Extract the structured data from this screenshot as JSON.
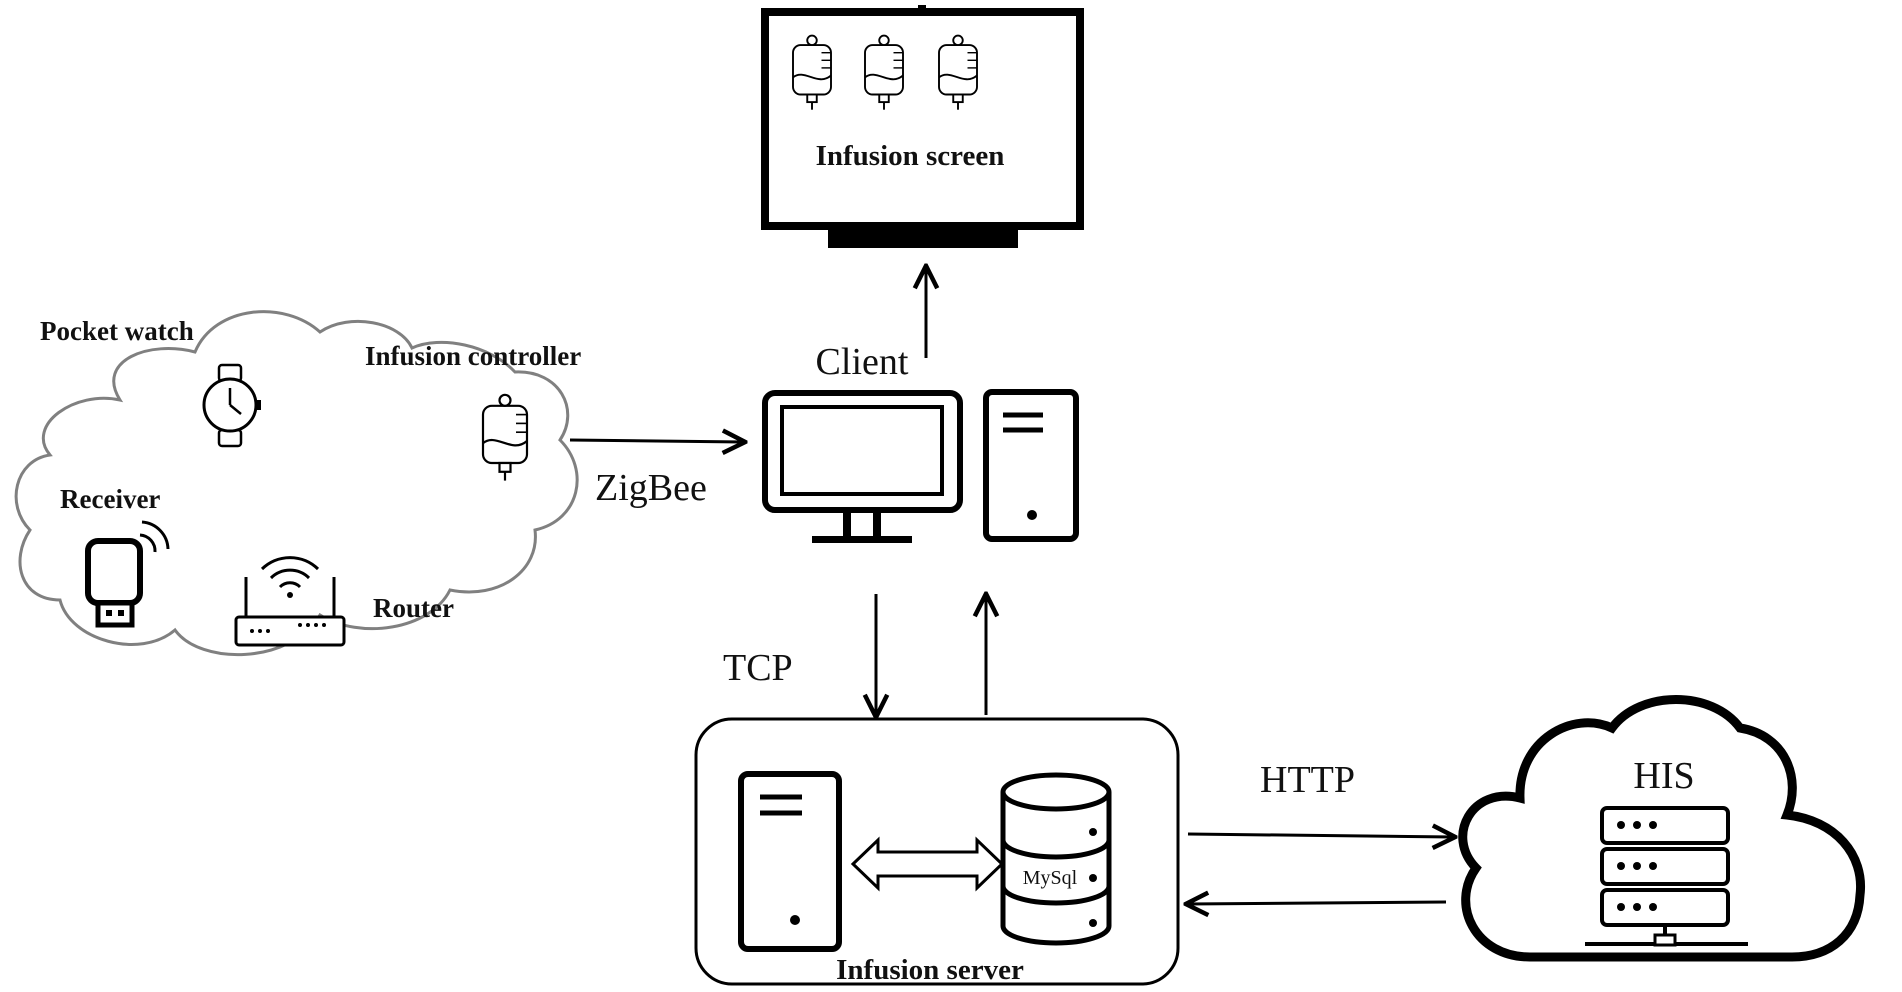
{
  "labels": {
    "infusion_screen": "Infusion screen",
    "client": "Client",
    "pocket_watch": "Pocket watch",
    "infusion_controller": "Infusion controller",
    "receiver": "Receiver",
    "router": "Router",
    "zigbee": "ZigBee",
    "tcp": "TCP",
    "mysql": "MySql",
    "infusion_server": "Infusion server",
    "http": "HTTP",
    "his": "HIS"
  },
  "icons": [
    "iv-bag-icon",
    "wristwatch-icon",
    "usb-receiver-icon",
    "wifi-router-icon",
    "monitor-icon",
    "computer-tower-icon",
    "server-tower-icon",
    "database-icon",
    "server-rack-icon",
    "cloud-icon"
  ],
  "colors": {
    "stroke": "#000000",
    "cloud_outline_light": "#808080",
    "background": "#ffffff"
  }
}
